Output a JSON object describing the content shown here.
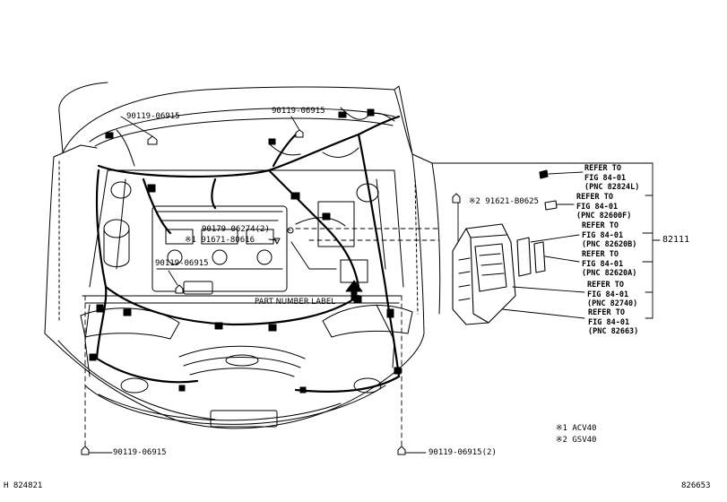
{
  "labels": {
    "bolt_top_left": "90119-06915",
    "bolt_top_center": "90119-06915",
    "bolt_mid_left": "90119-06915",
    "bolt_bottom_left": "90119-06915",
    "bolt_bottom_right": "90119-06915(2)",
    "nut_center": "90179-06274(2)",
    "clip_center": "※1 91671-80616",
    "bolt_right": "※2 91621-B0625",
    "part_number_label": "PART NUMBER LABEL",
    "main_assembly": "82111"
  },
  "refer_blocks": [
    {
      "line1": "REFER TO",
      "line2": "FIG 84-01",
      "line3": "(PNC 82824L)"
    },
    {
      "line1": "REFER TO",
      "line2": "FIG 84-01",
      "line3": "(PNC 82600F)"
    },
    {
      "line1": "REFER TO",
      "line2": "FIG 84-01",
      "line3": "(PNC 82620B)"
    },
    {
      "line1": "REFER TO",
      "line2": "FIG 84-01",
      "line3": "(PNC 82620A)"
    },
    {
      "line1": "REFER TO",
      "line2": "FIG 84-01",
      "line3": "(PNC 82740)"
    },
    {
      "line1": "REFER TO",
      "line2": "FIG 84-01",
      "line3": "(PNC 82663)"
    }
  ],
  "legend": {
    "note1": "※1 ACV40",
    "note2": "※2 GSV40"
  },
  "footer": {
    "left_code": "H 824821",
    "right_code": "826653"
  },
  "colors": {
    "line": "#000000",
    "background": "#ffffff"
  }
}
